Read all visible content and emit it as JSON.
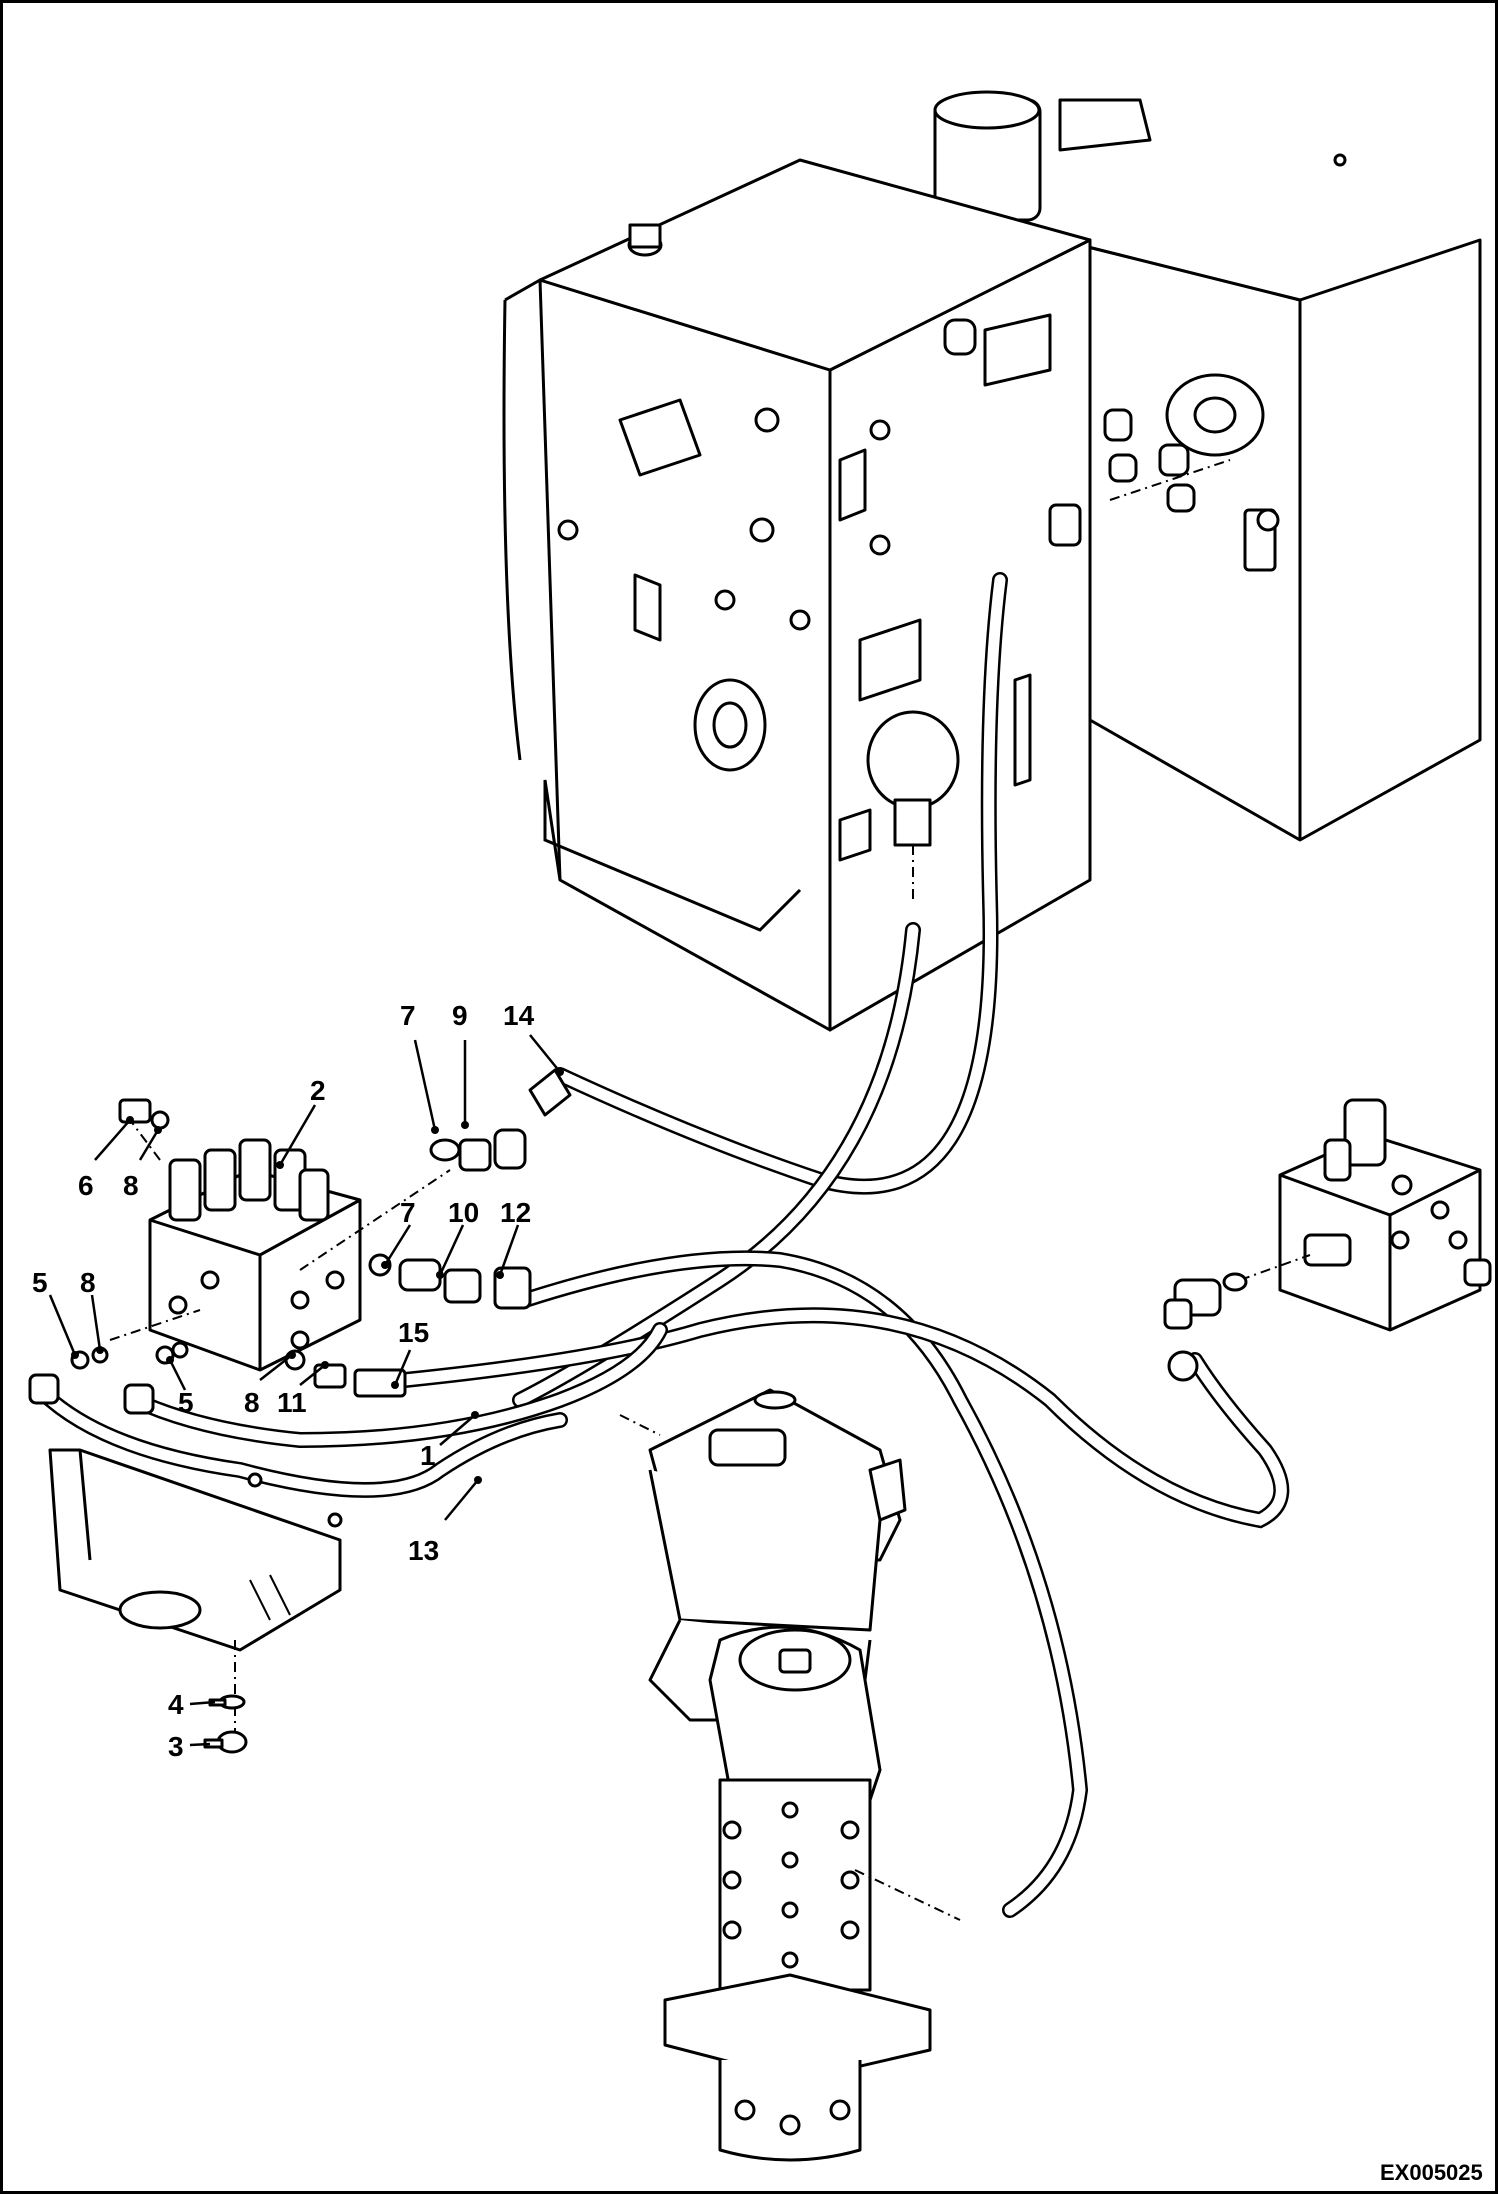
{
  "diagram": {
    "drawing_code": "EX005025",
    "callouts": [
      "1",
      "2",
      "3",
      "4",
      "5",
      "5",
      "6",
      "7",
      "7",
      "8",
      "8",
      "8",
      "9",
      "10",
      "11",
      "12",
      "13",
      "14",
      "15"
    ],
    "icons": [
      "hydraulic-tank-icon",
      "control-valve-block-icon",
      "swivel-joint-icon",
      "accumulator-icon",
      "side-valve-block-icon"
    ]
  }
}
